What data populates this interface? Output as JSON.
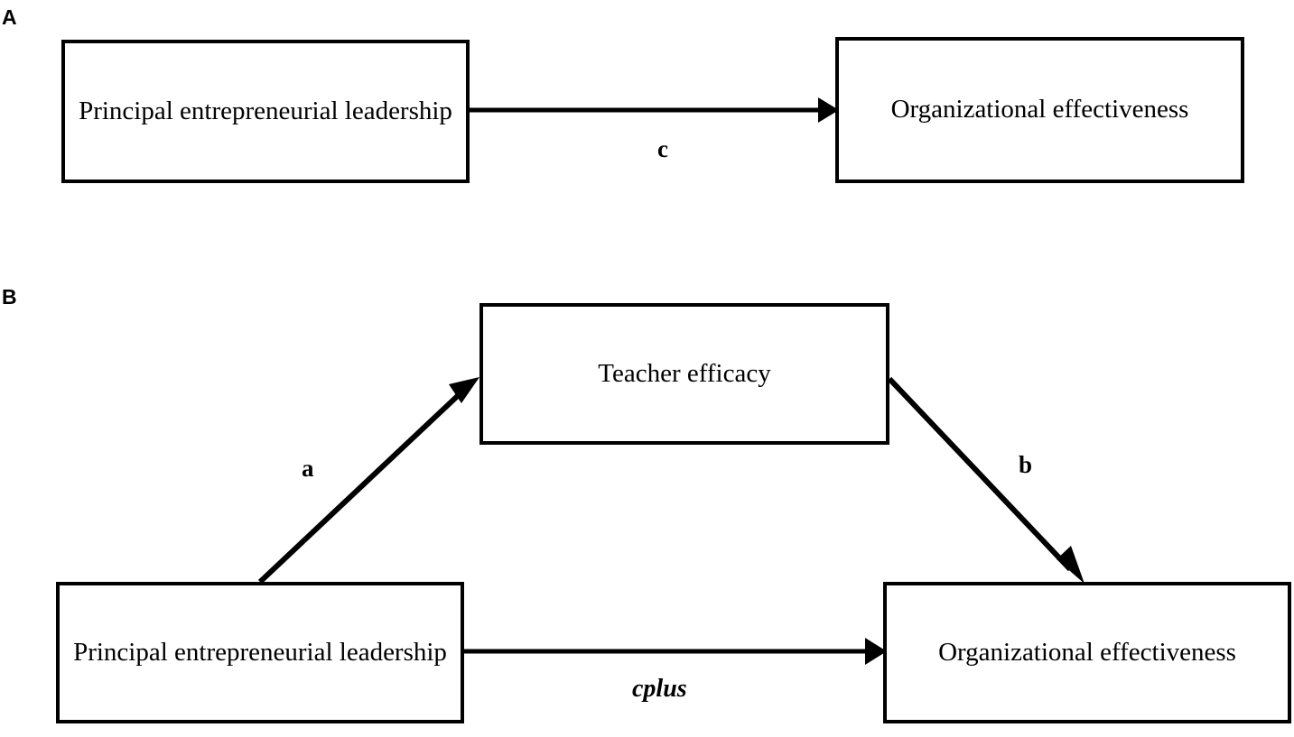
{
  "figure": {
    "panels": [
      {
        "key": "A",
        "label": "A",
        "nodes": [
          {
            "key": "pel_a",
            "label": "Principal entrepreneurial leadership"
          },
          {
            "key": "oe_a",
            "label": "Organizational effectiveness"
          }
        ],
        "paths": [
          {
            "key": "c",
            "label": "c",
            "from": "pel_a",
            "to": "oe_a",
            "style": "upright"
          }
        ]
      },
      {
        "key": "B",
        "label": "B",
        "nodes": [
          {
            "key": "te_b",
            "label": "Teacher efficacy"
          },
          {
            "key": "pel_b",
            "label": "Principal entrepreneurial leadership"
          },
          {
            "key": "oe_b",
            "label": "Organizational effectiveness"
          }
        ],
        "paths": [
          {
            "key": "a",
            "label": "a",
            "from": "pel_b",
            "to": "te_b",
            "style": "upright"
          },
          {
            "key": "b",
            "label": "b",
            "from": "te_b",
            "to": "oe_b",
            "style": "upright"
          },
          {
            "key": "cplus",
            "label": "cplus",
            "from": "pel_b",
            "to": "oe_b",
            "style": "italic"
          }
        ]
      }
    ],
    "colors": {
      "stroke": "#000000",
      "fill": "#ffffff",
      "text": "#000000"
    }
  }
}
